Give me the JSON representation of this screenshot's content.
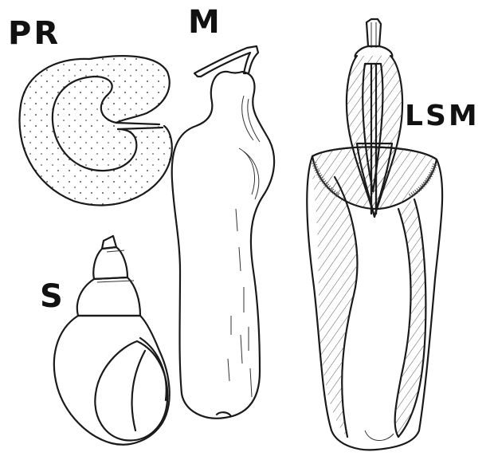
{
  "figure": {
    "labels": {
      "pr": "PR",
      "m": "M",
      "lsm": "LSM",
      "s": "S"
    }
  }
}
